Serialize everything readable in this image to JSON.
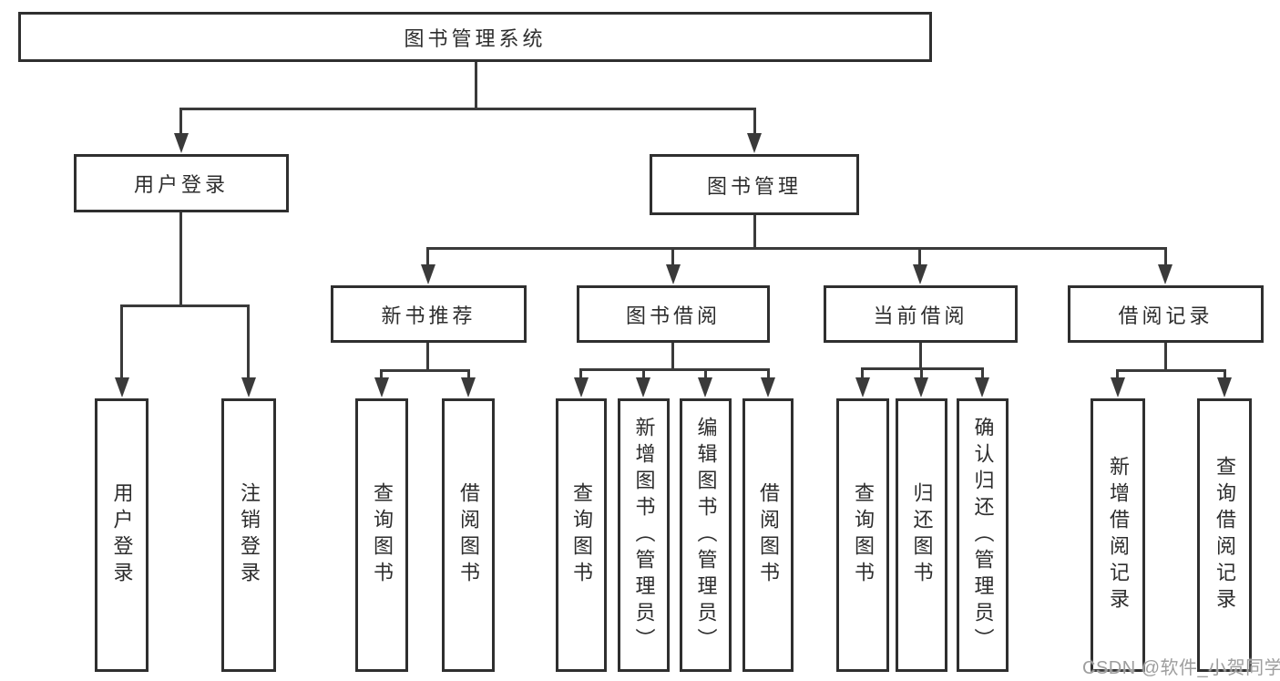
{
  "diagram": {
    "root": {
      "label": "图书管理系统"
    },
    "level1": [
      {
        "label": "用户登录"
      },
      {
        "label": "图书管理"
      }
    ],
    "level2": [
      {
        "label": "新书推荐"
      },
      {
        "label": "图书借阅"
      },
      {
        "label": "当前借阅"
      },
      {
        "label": "借阅记录"
      }
    ],
    "leaves": [
      {
        "label": "用户登录"
      },
      {
        "label": "注销登录"
      },
      {
        "label": "查询图书"
      },
      {
        "label": "借阅图书"
      },
      {
        "label": "查询图书"
      },
      {
        "label": "新增图书（管理员）"
      },
      {
        "label": "编辑图书（管理员）"
      },
      {
        "label": "借阅图书"
      },
      {
        "label": "查询图书"
      },
      {
        "label": "归还图书"
      },
      {
        "label": "确认归还（管理员）"
      },
      {
        "label": "新增借阅记录"
      },
      {
        "label": "查询借阅记录"
      }
    ],
    "watermark": "CSDN @软件_小贺同学",
    "colors": {
      "line": "#3a3a3a",
      "border": "#2f2f2f",
      "text": "#2d2d2d",
      "watermark": "#9e9e9e",
      "background": "#ffffff"
    }
  }
}
